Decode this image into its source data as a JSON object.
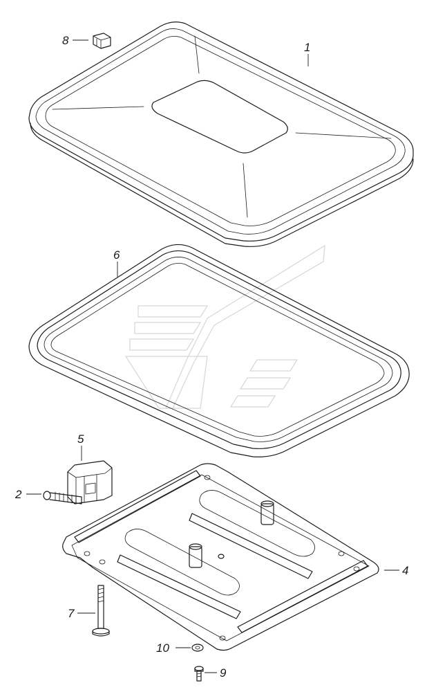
{
  "callouts": [
    {
      "id": "1",
      "label": "1"
    },
    {
      "id": "2",
      "label": "2"
    },
    {
      "id": "4",
      "label": "4"
    },
    {
      "id": "5",
      "label": "5"
    },
    {
      "id": "6",
      "label": "6"
    },
    {
      "id": "7",
      "label": "7"
    },
    {
      "id": "8",
      "label": "8"
    },
    {
      "id": "9",
      "label": "9"
    },
    {
      "id": "10",
      "label": "10"
    }
  ],
  "colors": {
    "line": "#1a1a1a",
    "background": "#ffffff",
    "watermark": "#d6d6d6"
  }
}
